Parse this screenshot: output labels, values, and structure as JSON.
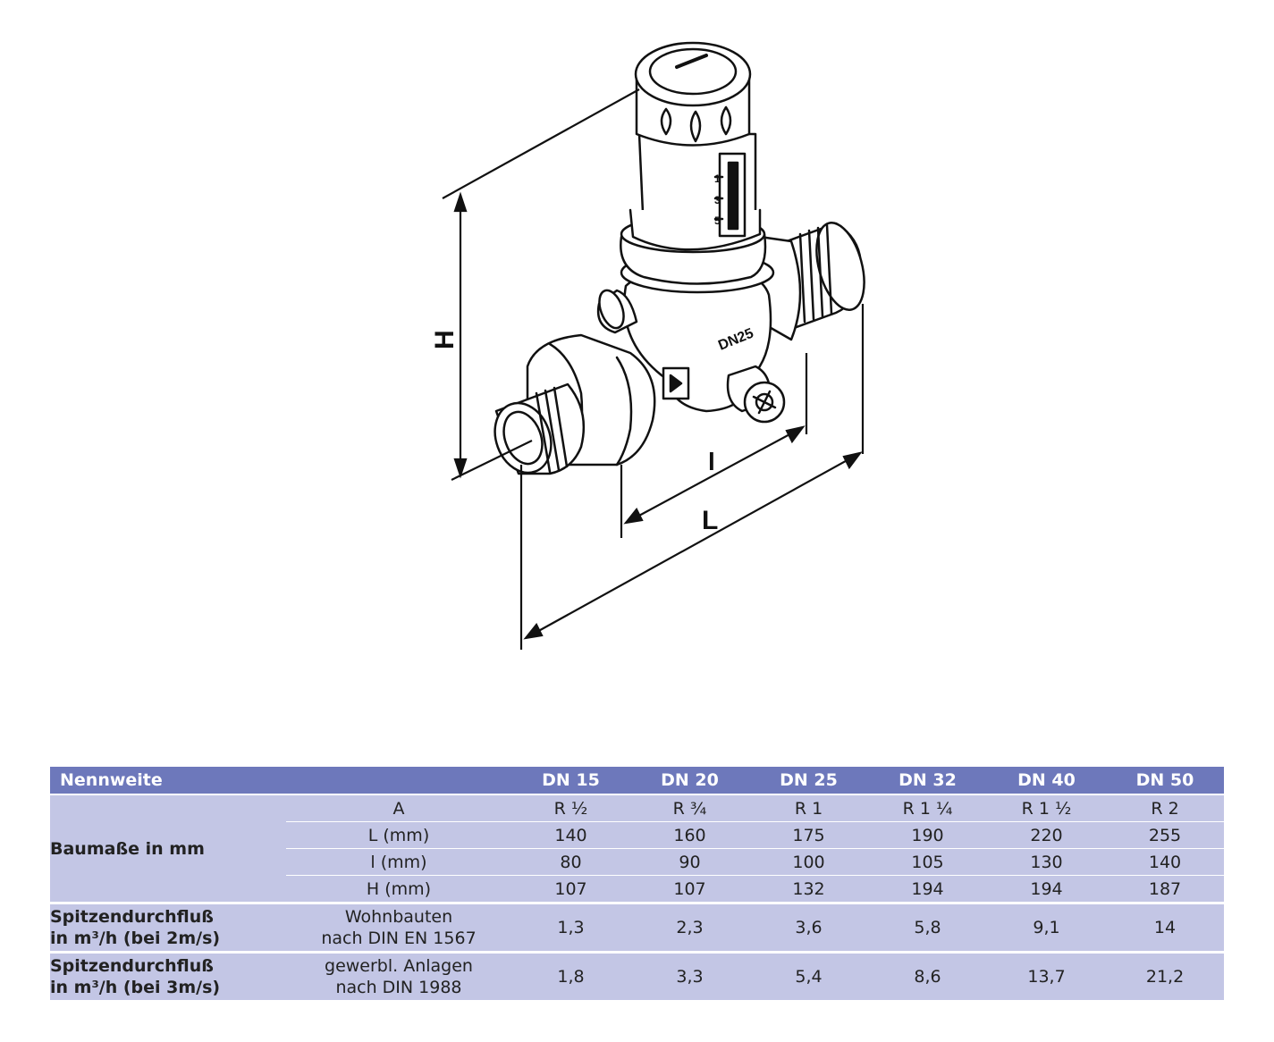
{
  "drawing": {
    "dim_H": "H",
    "dim_l": "l",
    "dim_L": "L",
    "body_mark": "DN25",
    "scale_marks": [
      "1",
      "3",
      "5"
    ]
  },
  "table": {
    "header": {
      "label": "Nennweite",
      "sizes": [
        "DN 15",
        "DN 20",
        "DN 25",
        "DN 32",
        "DN 40",
        "DN 50"
      ]
    },
    "dimensions": {
      "label": "Baumaße in mm",
      "rows": [
        {
          "param": "A",
          "values": [
            "R ½",
            "R ¾",
            "R 1",
            "R 1 ¼",
            "R 1 ½",
            "R 2"
          ]
        },
        {
          "param": "L (mm)",
          "values": [
            "140",
            "160",
            "175",
            "190",
            "220",
            "255"
          ]
        },
        {
          "param": "l (mm)",
          "values": [
            "80",
            "90",
            "100",
            "105",
            "130",
            "140"
          ]
        },
        {
          "param": "H (mm)",
          "values": [
            "107",
            "107",
            "132",
            "194",
            "194",
            "187"
          ]
        }
      ]
    },
    "flow_2ms": {
      "label_line1": "Spitzendurchfluß",
      "label_line2": "in m³/h (bei 2m/s)",
      "sub_line1": "Wohnbauten",
      "sub_line2": "nach DIN EN 1567",
      "values": [
        "1,3",
        "2,3",
        "3,6",
        "5,8",
        "9,1",
        "14"
      ]
    },
    "flow_3ms": {
      "label_line1": "Spitzendurchfluß",
      "label_line2": "in m³/h (bei 3m/s)",
      "sub_line1": "gewerbl.  Anlagen",
      "sub_line2": "nach DIN 1988",
      "values": [
        "1,8",
        "3,3",
        "5,4",
        "8,6",
        "13,7",
        "21,2"
      ]
    }
  }
}
